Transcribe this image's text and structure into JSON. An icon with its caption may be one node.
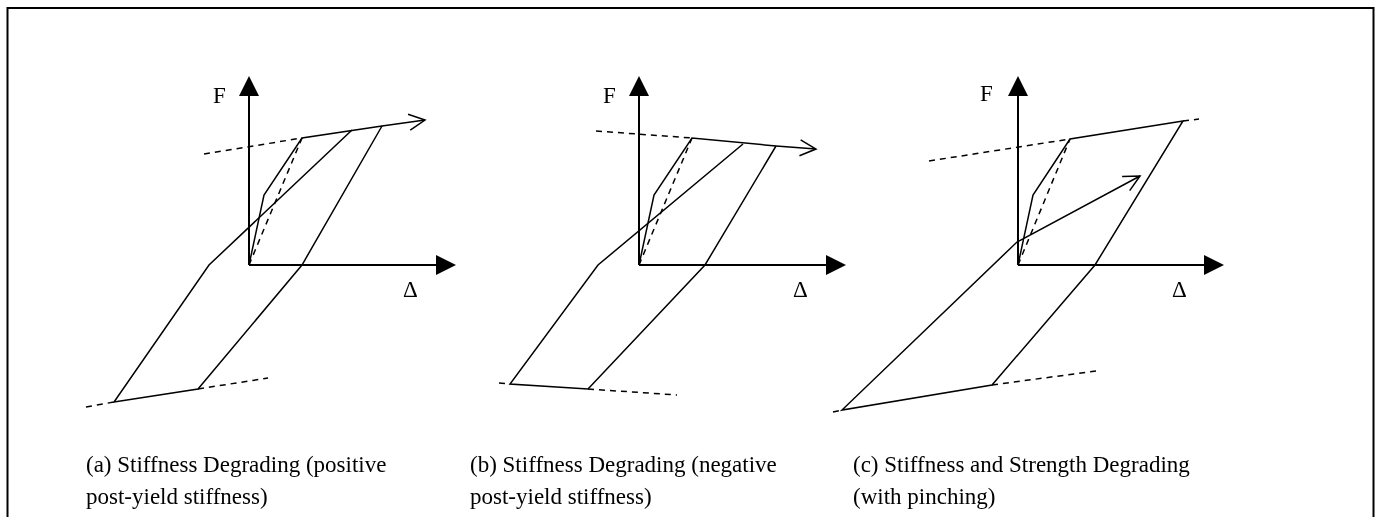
{
  "diagram": {
    "labels": [
      "F",
      "F",
      "F",
      "Δ",
      "Δ",
      "Δ",
      "(a) Stiffness Degrading (positive post-yield stiffness)",
      "(b) Stiffness Degrading (negative post-yield stiffness)",
      "(c) Stiffness and Strength Degrading (with pinching)"
    ]
  }
}
